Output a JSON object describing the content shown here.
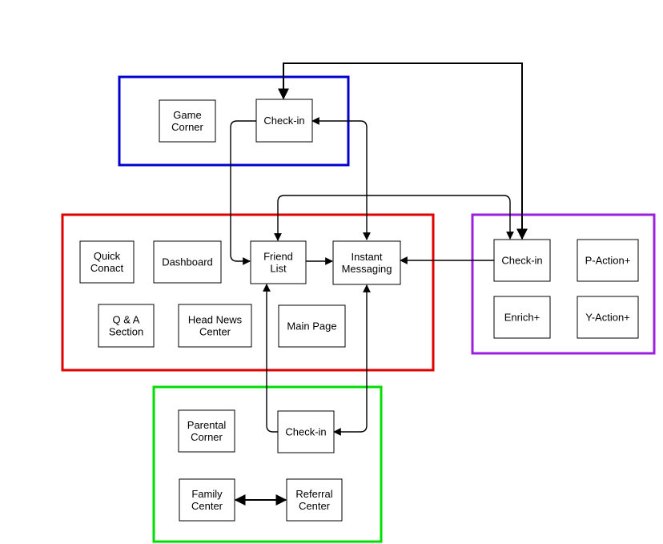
{
  "groups": [
    {
      "id": "top",
      "color": "#0000cc"
    },
    {
      "id": "middle",
      "color": "#e00000"
    },
    {
      "id": "right",
      "color": "#9b1fe0"
    },
    {
      "id": "bottom",
      "color": "#00dd00"
    }
  ],
  "nodes": {
    "game_corner": {
      "lines": [
        "Game",
        "Corner"
      ]
    },
    "checkin_top": {
      "lines": [
        "Check-in"
      ]
    },
    "quick_contact": {
      "lines": [
        "Quick",
        "Conact"
      ]
    },
    "dashboard": {
      "lines": [
        "Dashboard"
      ]
    },
    "friend_list": {
      "lines": [
        "Friend",
        "List"
      ]
    },
    "instant_messaging": {
      "lines": [
        "Instant",
        "Messaging"
      ]
    },
    "qa_section": {
      "lines": [
        "Q & A",
        "Section"
      ]
    },
    "head_news_center": {
      "lines": [
        "Head News",
        "Center"
      ]
    },
    "main_page": {
      "lines": [
        "Main Page"
      ]
    },
    "checkin_right": {
      "lines": [
        "Check-in"
      ]
    },
    "p_action": {
      "lines": [
        "P-Action+"
      ]
    },
    "enrich": {
      "lines": [
        "Enrich+"
      ]
    },
    "y_action": {
      "lines": [
        "Y-Action+"
      ]
    },
    "parental_corner": {
      "lines": [
        "Parental",
        "Corner"
      ]
    },
    "checkin_bottom": {
      "lines": [
        "Check-in"
      ]
    },
    "family_center": {
      "lines": [
        "Family",
        "Center"
      ]
    },
    "referral_center": {
      "lines": [
        "Referral",
        "Center"
      ]
    }
  }
}
